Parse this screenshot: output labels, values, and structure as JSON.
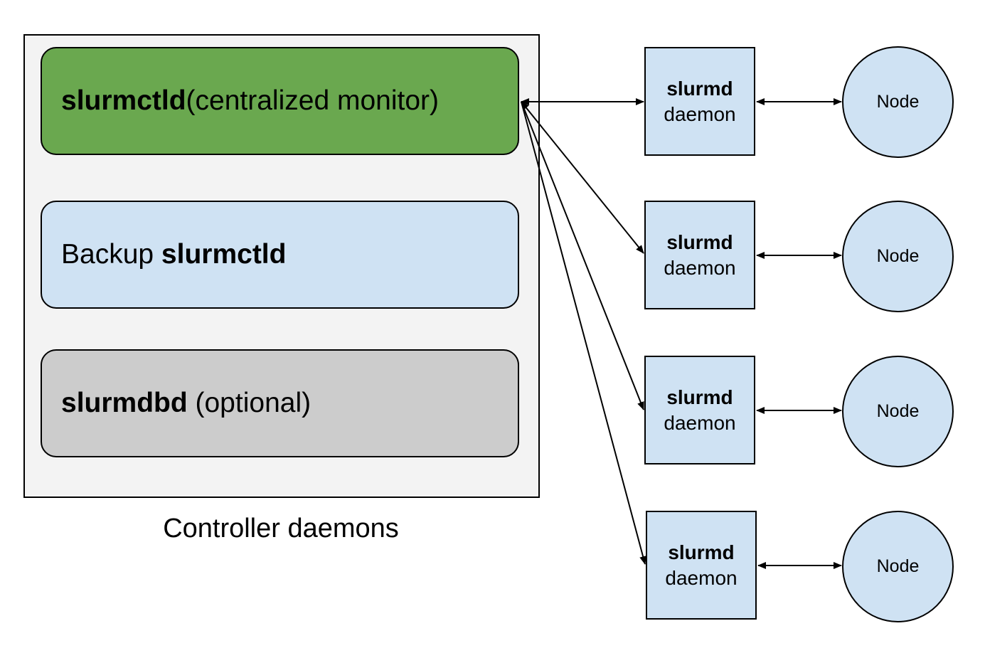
{
  "controller": {
    "caption": "Controller daemons",
    "primary": {
      "bold": "slurmctld",
      "rest": "(centralized monitor)"
    },
    "backup": {
      "prefix": "Backup ",
      "bold": "slurmctld"
    },
    "dbd": {
      "bold": "slurmdbd",
      "rest": " (optional)"
    }
  },
  "compute": [
    {
      "daemon_name": "slurmd",
      "daemon_label": "daemon",
      "node_label": "Node"
    },
    {
      "daemon_name": "slurmd",
      "daemon_label": "daemon",
      "node_label": "Node"
    },
    {
      "daemon_name": "slurmd",
      "daemon_label": "daemon",
      "node_label": "Node"
    },
    {
      "daemon_name": "slurmd",
      "daemon_label": "daemon",
      "node_label": "Node"
    }
  ],
  "colors": {
    "primary_fill": "#6aa84f",
    "backup_fill": "#cfe2f3",
    "dbd_fill": "#cccccc",
    "controller_fill": "#f3f3f3",
    "node_fill": "#cfe2f3",
    "stroke": "#000000"
  }
}
